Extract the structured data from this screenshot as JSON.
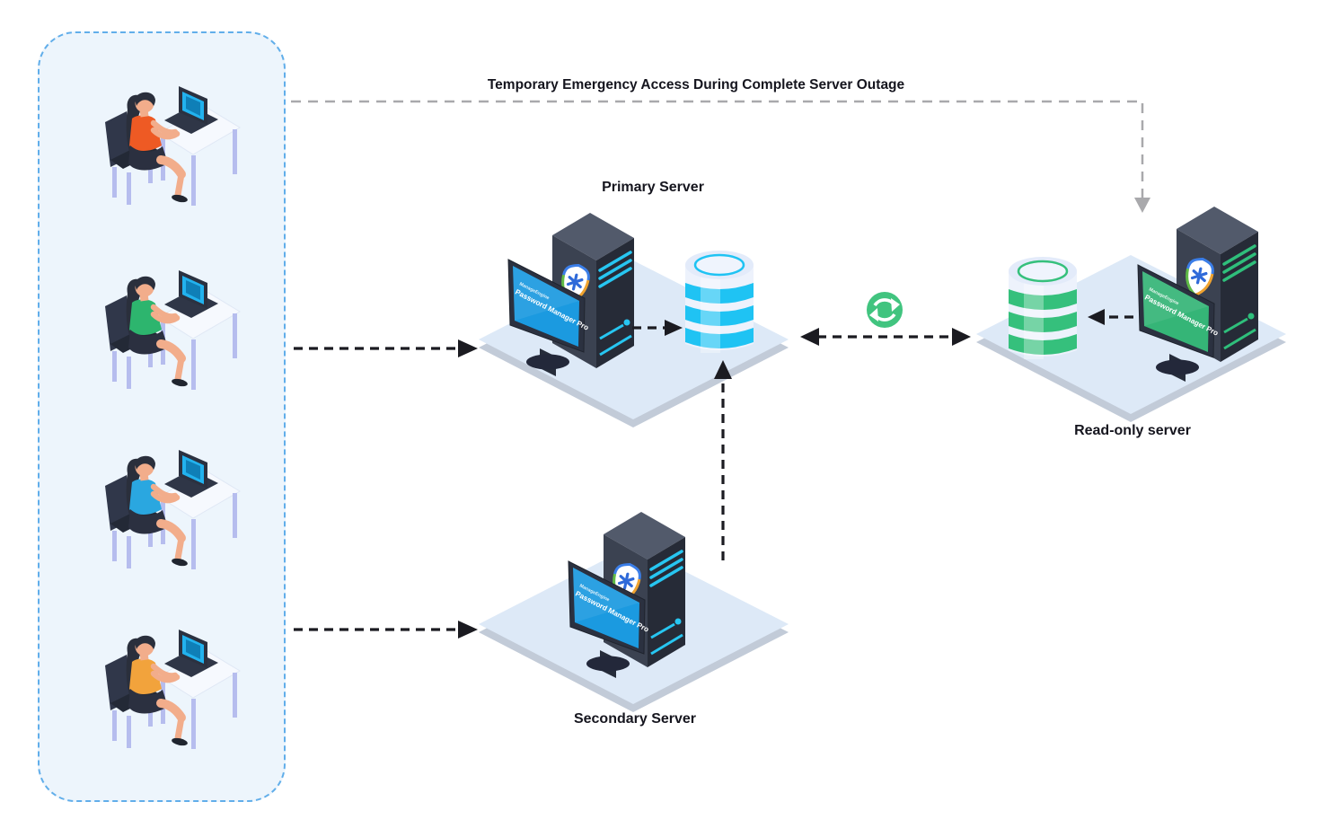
{
  "flow": {
    "emergency_label": "Temporary Emergency Access During Complete Server Outage",
    "sync_icon": "sync-refresh-icon"
  },
  "users_panel": {
    "border_color": "#61aeea",
    "background_color": "#edf5fc",
    "figures": [
      {
        "name": "user-1",
        "shirt_color": "#ee5a24"
      },
      {
        "name": "user-2",
        "shirt_color": "#2db56e"
      },
      {
        "name": "user-3",
        "shirt_color": "#2aa7e0"
      },
      {
        "name": "user-4",
        "shirt_color": "#f2a33c"
      }
    ]
  },
  "stations": {
    "primary": {
      "label": "Primary Server",
      "accent": "#27c6f1",
      "screen_color": "#1b9ae0",
      "db_color": "#1fc3f3"
    },
    "secondary": {
      "label": "Secondary Server",
      "accent": "#27c6f1",
      "screen_color": "#1b9ae0"
    },
    "readonly": {
      "label": "Read-only server",
      "accent": "#2fbf7b",
      "screen_color": "#35b577",
      "db_color": "#35c07c"
    }
  },
  "monitor_screen": {
    "brand": "ManageEngine",
    "product": "Password Manager Pro"
  },
  "colors": {
    "arrow": "#1b1b21",
    "gray_arrow": "#a9a9ac",
    "sync": "#41c47f"
  }
}
